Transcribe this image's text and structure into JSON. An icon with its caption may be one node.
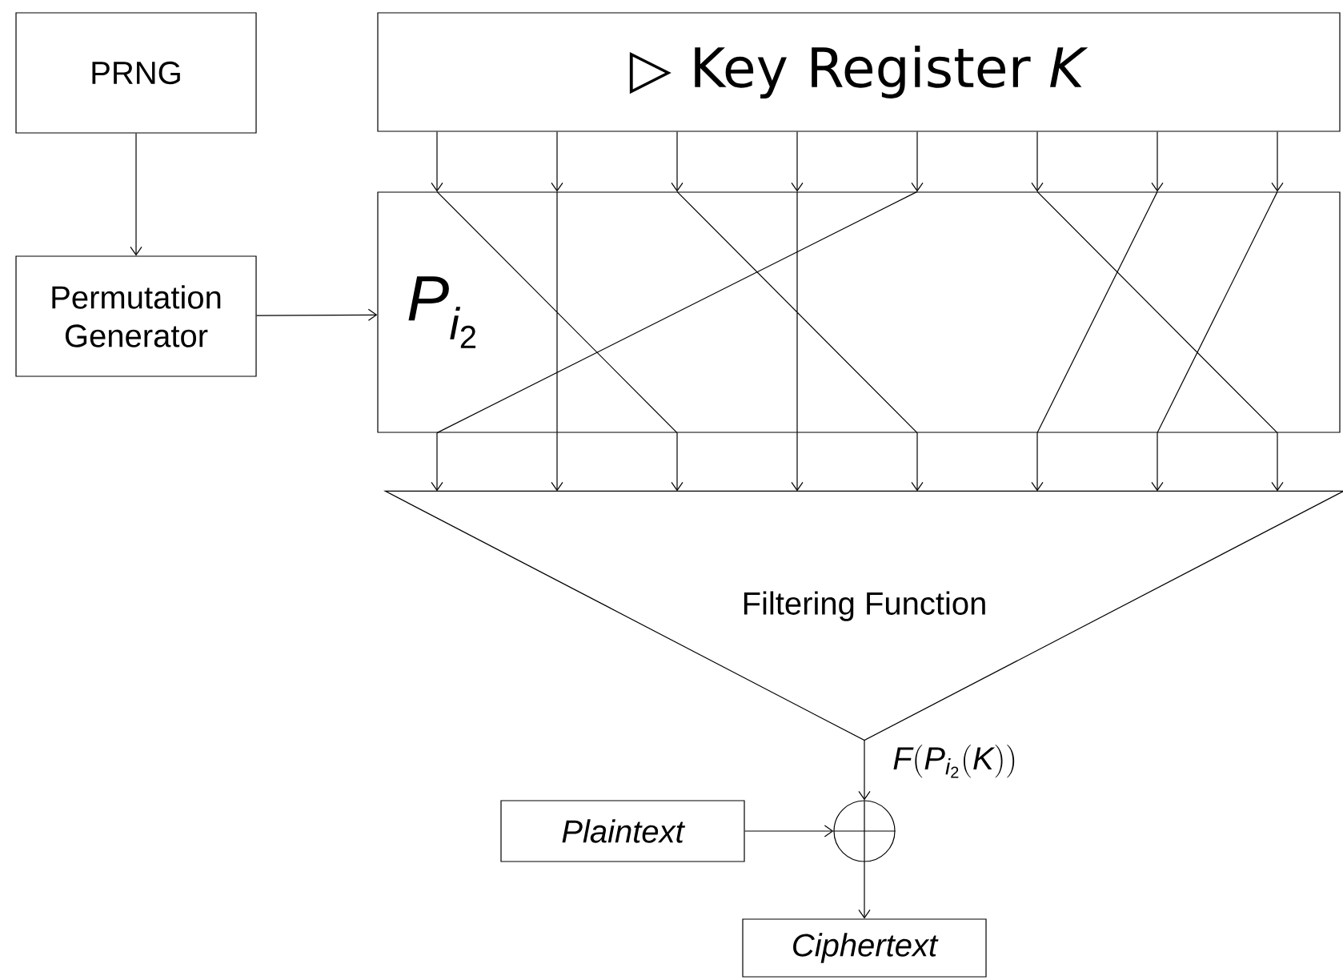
{
  "diagram": {
    "nodes": [
      {
        "text": [
          "PRNG"
        ]
      },
      {
        "text": [
          "▷ Key Register *K*"
        ]
      },
      {
        "text": [
          "Permutation Generator"
        ]
      },
      {
        "text": [
          "\\mathit{P}_{\\mathit{i}_{\\mathrm{2}}}"
        ]
      },
      {
        "text": [
          "Filtering Function"
        ]
      },
      {
        "text": [],
        "shape": "circle"
      },
      {
        "text": [
          "Plaintext"
        ]
      },
      {
        "text": [
          "Ciphertext"
        ]
      }
    ],
    "edges": [
      {
        "from": 0,
        "to": 2,
        "arrow": "to"
      },
      {
        "from": 2,
        "to": 3,
        "arrow": "to"
      },
      {
        "from": 1,
        "to": 3,
        "arrow": "to"
      },
      {
        "from": 1,
        "to": 3,
        "arrow": "to"
      },
      {
        "from": 1,
        "to": 3,
        "arrow": "to"
      },
      {
        "from": 1,
        "to": 3,
        "arrow": "to"
      },
      {
        "from": 1,
        "to": 3,
        "arrow": "to"
      },
      {
        "from": 1,
        "to": 3,
        "arrow": "to"
      },
      {
        "from": 1,
        "to": 3,
        "arrow": "to"
      },
      {
        "from": 1,
        "to": 3,
        "arrow": "to"
      },
      {
        "from": 3,
        "to": 4,
        "arrow": "to"
      },
      {
        "from": 3,
        "to": 4,
        "arrow": "to"
      },
      {
        "from": 3,
        "to": 4,
        "arrow": "to"
      },
      {
        "from": 3,
        "to": 4,
        "arrow": "to"
      },
      {
        "from": 3,
        "to": 4,
        "arrow": "to"
      },
      {
        "from": 3,
        "to": 4,
        "arrow": "to"
      },
      {
        "from": 3,
        "to": 4,
        "arrow": "to"
      },
      {
        "from": 3,
        "to": 4,
        "arrow": "to"
      },
      {
        "from": 4,
        "to": 5,
        "arrow": "to",
        "label": "\\mathit{F}(\\mathit{P}_{\\mathit{i}_{\\mathrm{2}}}(\\mathit{K}))"
      },
      {
        "from": 6,
        "to": 5,
        "arrow": "to"
      },
      {
        "from": 5,
        "to": 7,
        "arrow": "to"
      }
    ]
  }
}
